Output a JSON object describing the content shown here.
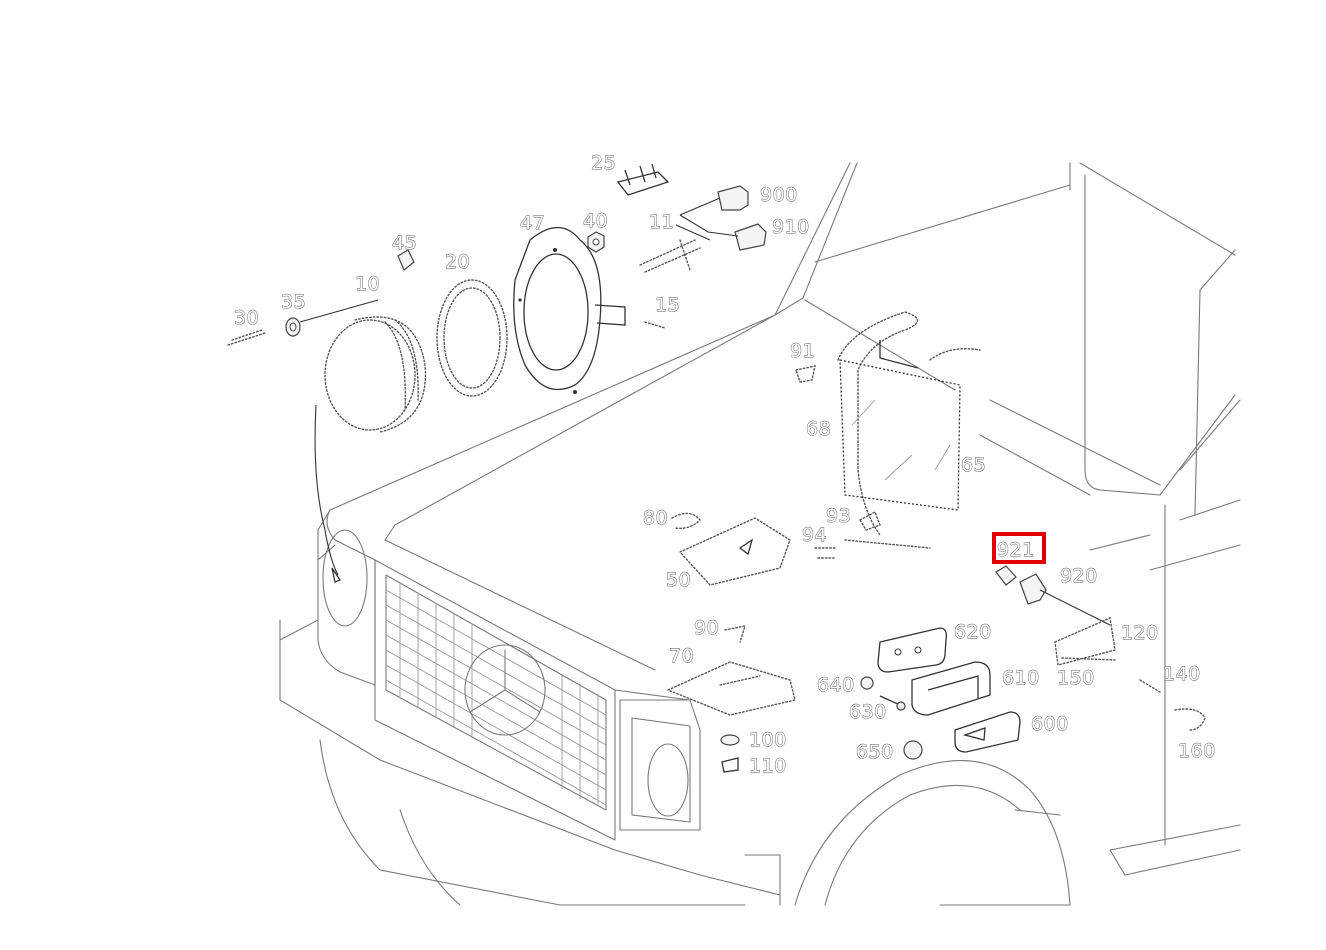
{
  "part_labels": [
    {
      "id": "25",
      "text": "25"
    },
    {
      "id": "900",
      "text": "900"
    },
    {
      "id": "11",
      "text": "11"
    },
    {
      "id": "910",
      "text": "910"
    },
    {
      "id": "47",
      "text": "47"
    },
    {
      "id": "40",
      "text": "40"
    },
    {
      "id": "45",
      "text": "45"
    },
    {
      "id": "20",
      "text": "20"
    },
    {
      "id": "15",
      "text": "15"
    },
    {
      "id": "35",
      "text": "35"
    },
    {
      "id": "10",
      "text": "10"
    },
    {
      "id": "30",
      "text": "30"
    },
    {
      "id": "91",
      "text": "91"
    },
    {
      "id": "68",
      "text": "68"
    },
    {
      "id": "65",
      "text": "65"
    },
    {
      "id": "80",
      "text": "80"
    },
    {
      "id": "93",
      "text": "93"
    },
    {
      "id": "94",
      "text": "94"
    },
    {
      "id": "50",
      "text": "50"
    },
    {
      "id": "921",
      "text": "921"
    },
    {
      "id": "920",
      "text": "920"
    },
    {
      "id": "620",
      "text": "620"
    },
    {
      "id": "120",
      "text": "120"
    },
    {
      "id": "90",
      "text": "90"
    },
    {
      "id": "70",
      "text": "70"
    },
    {
      "id": "640",
      "text": "640"
    },
    {
      "id": "610",
      "text": "610"
    },
    {
      "id": "150",
      "text": "150"
    },
    {
      "id": "140",
      "text": "140"
    },
    {
      "id": "630",
      "text": "630"
    },
    {
      "id": "600",
      "text": "600"
    },
    {
      "id": "100",
      "text": "100"
    },
    {
      "id": "110",
      "text": "110"
    },
    {
      "id": "650",
      "text": "650"
    },
    {
      "id": "160",
      "text": "160"
    }
  ],
  "highlighted_part": "921",
  "colors": {
    "highlight": "#e00000",
    "line": "#7a7a7a",
    "ink": "#333333"
  }
}
